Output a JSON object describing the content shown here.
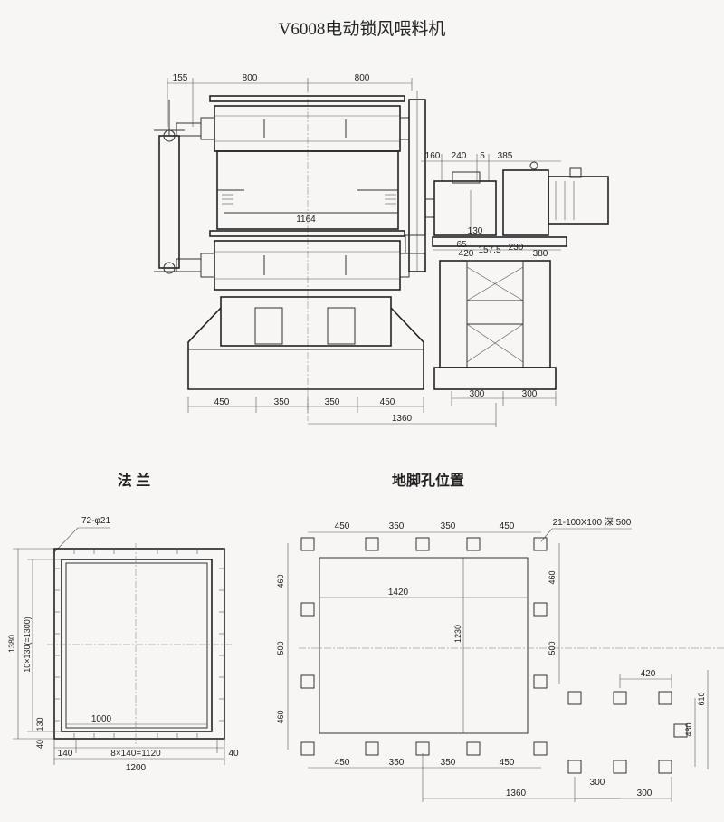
{
  "title": "V6008电动锁风喂料机",
  "elevation": {
    "top_dims": [
      "155",
      "800",
      "800"
    ],
    "side_dims": [
      "160",
      "240",
      "5",
      "385"
    ],
    "shaft_dim": "130",
    "roller_width": "1164",
    "base_dims": [
      "65",
      "420",
      "157.5",
      "230",
      "380"
    ],
    "bottom_dims": [
      "450",
      "350",
      "350",
      "450"
    ],
    "stand_dims": [
      "300",
      "300"
    ],
    "overall": "1360"
  },
  "flange": {
    "heading": "法  兰",
    "holes": "72-φ21",
    "height_overall": "1380",
    "height_pitch": "10×130(=1300)",
    "inner_width": "1000",
    "edge_40": "40",
    "edge_130": "130",
    "edge_140": "140",
    "pitch_width": "8×140=1120",
    "right_40": "40",
    "overall_width": "1200"
  },
  "foundation": {
    "heading": "地脚孔位置",
    "bolt_note": "21-100X100 深 500",
    "top_dims": [
      "450",
      "350",
      "350",
      "450"
    ],
    "left_dims": [
      "460",
      "500",
      "460"
    ],
    "right_dims": [
      "460",
      "500"
    ],
    "inner_width": "1420",
    "inner_height": "1230",
    "bottom_dims": [
      "450",
      "350",
      "350",
      "450"
    ],
    "overall": "1360",
    "aux_width": "420",
    "aux_height": "610",
    "aux_mid": "480",
    "aux_bottom": [
      "300",
      "300"
    ]
  }
}
